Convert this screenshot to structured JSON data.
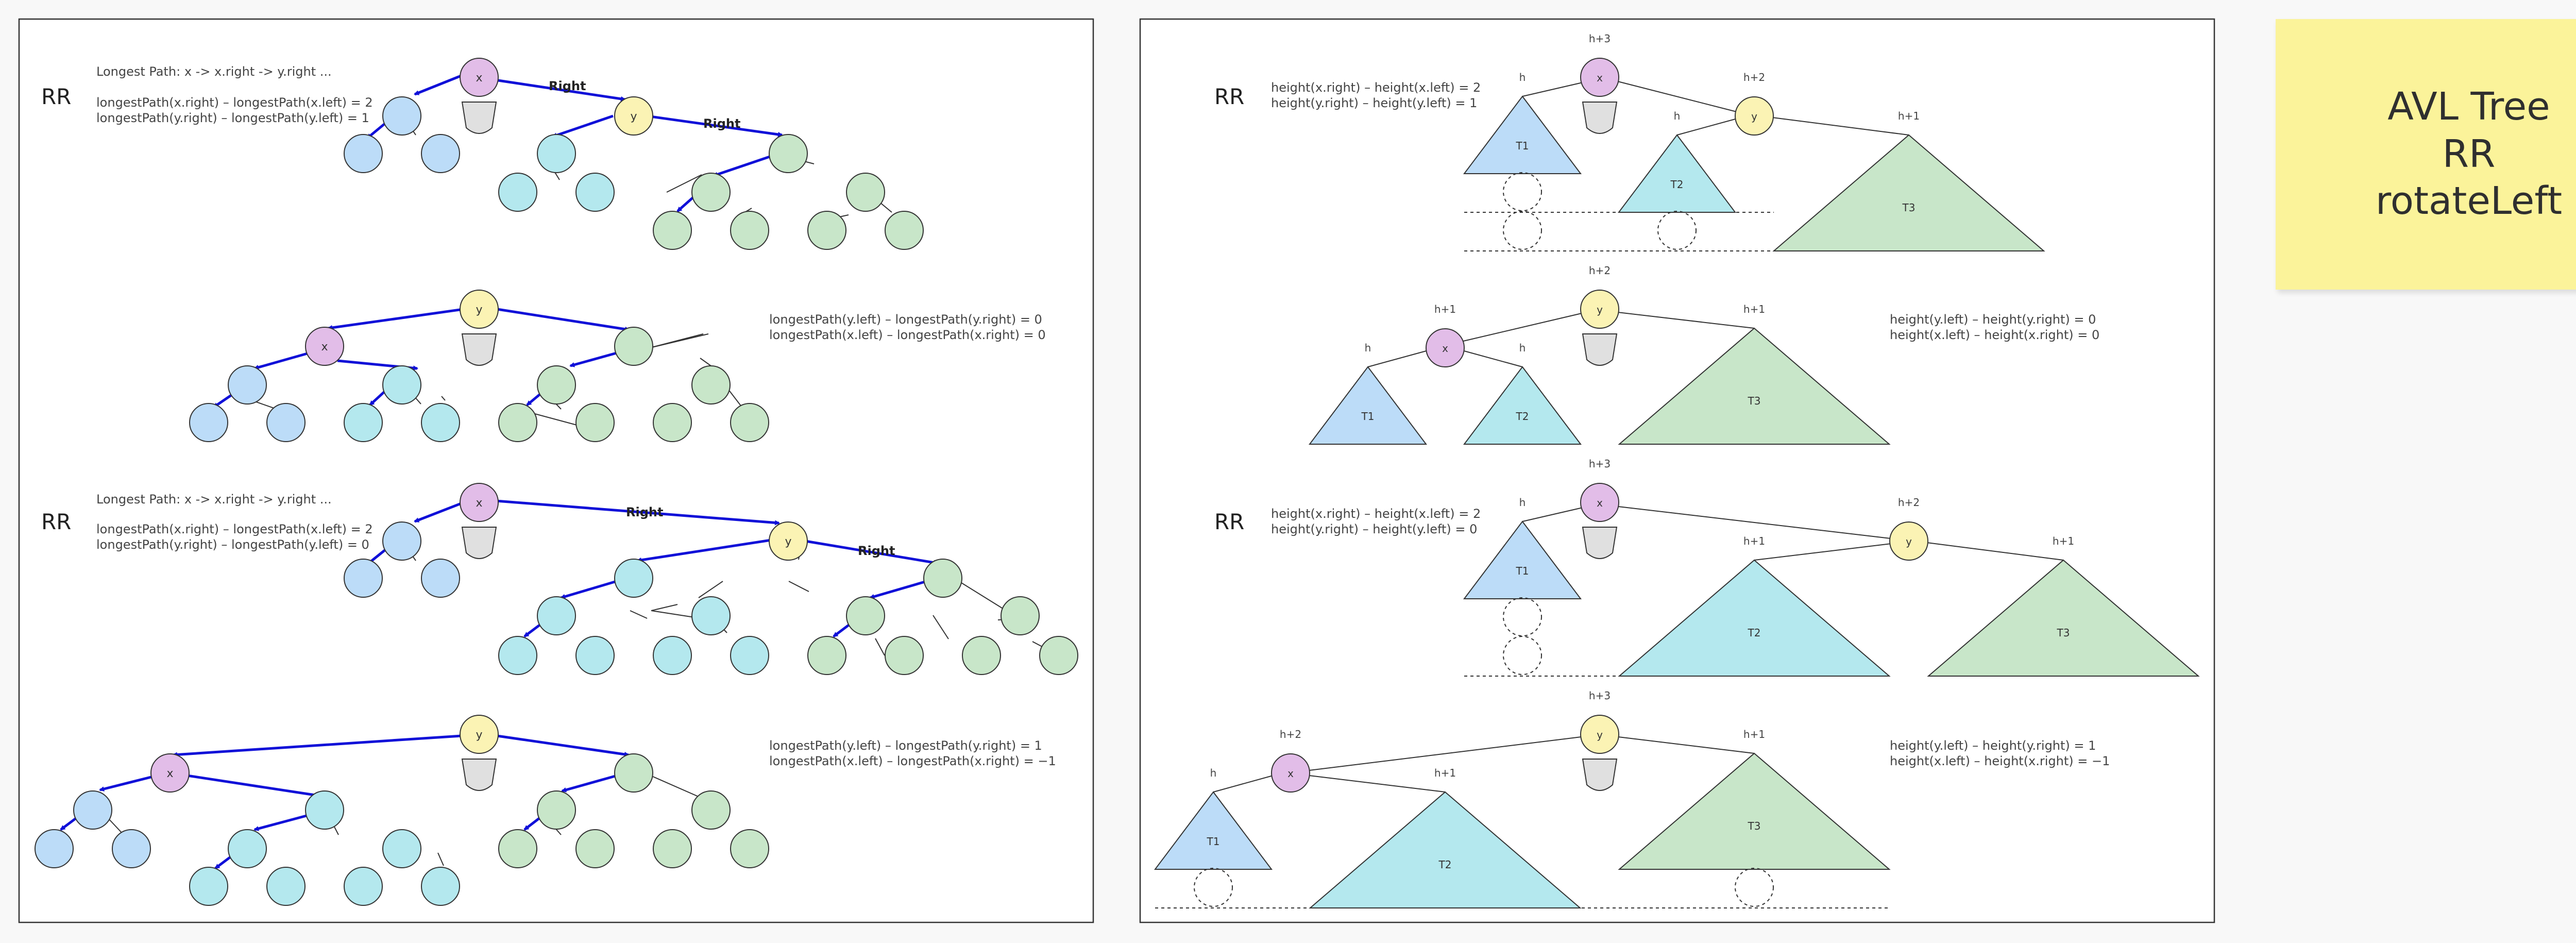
{
  "left_panel": {
    "section1": {
      "tag": "RR",
      "longest_path": "Longest Path: x -> x.right -> y.right ...",
      "formulas": [
        "longestPath(x.right) – longestPath(x.left) = 2",
        "longestPath(y.right) – longestPath(y.left) = 1"
      ],
      "edge_labels": [
        "Right",
        "Right"
      ]
    },
    "section2": {
      "formulas": [
        "longestPath(y.left) – longestPath(y.right) = 0",
        "longestPath(x.left) – longestPath(x.right) = 0"
      ]
    },
    "section3": {
      "tag": "RR",
      "longest_path": "Longest Path: x -> x.right -> y.right ...",
      "formulas": [
        "longestPath(x.right) – longestPath(x.left) = 2",
        "longestPath(y.right) – longestPath(y.left) = 0"
      ],
      "edge_labels": [
        "Right",
        "Right"
      ]
    },
    "section4": {
      "formulas": [
        "longestPath(y.left) – longestPath(y.right) = 1",
        "longestPath(x.left) – longestPath(x.right) = −1"
      ]
    },
    "node_labels": {
      "x": "x",
      "y": "y"
    }
  },
  "right_panel": {
    "section1": {
      "tag": "RR",
      "formulas": [
        "height(x.right) – height(x.left) = 2",
        "height(y.right) – height(y.left) = 1"
      ],
      "height_labels": [
        "h+3",
        "h",
        "h+2",
        "h",
        "h+1"
      ],
      "subtrees": [
        "T1",
        "T2",
        "T3"
      ]
    },
    "section2": {
      "formulas": [
        "height(y.left) – height(y.right) = 0",
        "height(x.left) – height(x.right) = 0"
      ],
      "height_labels": [
        "h+2",
        "h+1",
        "h+1",
        "h",
        "h"
      ],
      "subtrees": [
        "T1",
        "T2",
        "T3"
      ]
    },
    "section3": {
      "tag": "RR",
      "formulas": [
        "height(x.right) – height(x.left) = 2",
        "height(y.right) – height(y.left) = 0"
      ],
      "height_labels": [
        "h+3",
        "h",
        "h+2",
        "h+1",
        "h+1"
      ],
      "subtrees": [
        "T1",
        "T2",
        "T3"
      ]
    },
    "section4": {
      "formulas": [
        "height(y.left) – height(y.right) = 1",
        "height(x.left) – height(x.right) = −1"
      ],
      "height_labels": [
        "h+3",
        "h+2",
        "h+1",
        "h",
        "h+1"
      ],
      "subtrees": [
        "T1",
        "T2",
        "T3"
      ]
    }
  },
  "sticky_note": {
    "lines": [
      "AVL Tree",
      "RR",
      "rotateLeft"
    ]
  },
  "colors": {
    "x_node": "#e2bde8",
    "y_node": "#fbf3b4",
    "left_tree": "#bcdcf8",
    "mid_tree": "#b4e8ee",
    "right_tree": "#c8e6c9",
    "arrow": "#1010d8",
    "note": "#fbf39a"
  }
}
